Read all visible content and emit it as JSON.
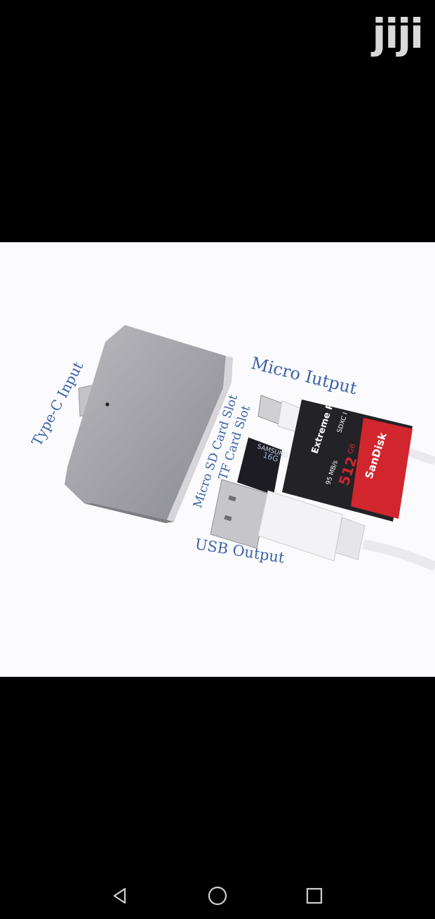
{
  "watermark": {
    "text": "jiji"
  },
  "labels": {
    "typec": "Type-C Input",
    "micro_output": "Micro Iutput",
    "sd_slot": "Micro SD Card Slot",
    "tf_slot": "TF Card Slot",
    "usb_output": "USB  Output"
  },
  "sd_card": {
    "brand": "SanDisk",
    "line": "Extreme PRO",
    "capacity": "512",
    "unit": "GB",
    "speed": "95 MB/s",
    "class": "SDXC I"
  },
  "micro_sd": {
    "brand": "SAMSUNG",
    "capacity": "16G"
  },
  "navigation": {
    "back": "back-icon",
    "home": "home-icon",
    "recents": "recents-icon"
  },
  "colors": {
    "label": "#3d63a8",
    "sandisk_red": "#d1262e",
    "background": "#000000"
  }
}
